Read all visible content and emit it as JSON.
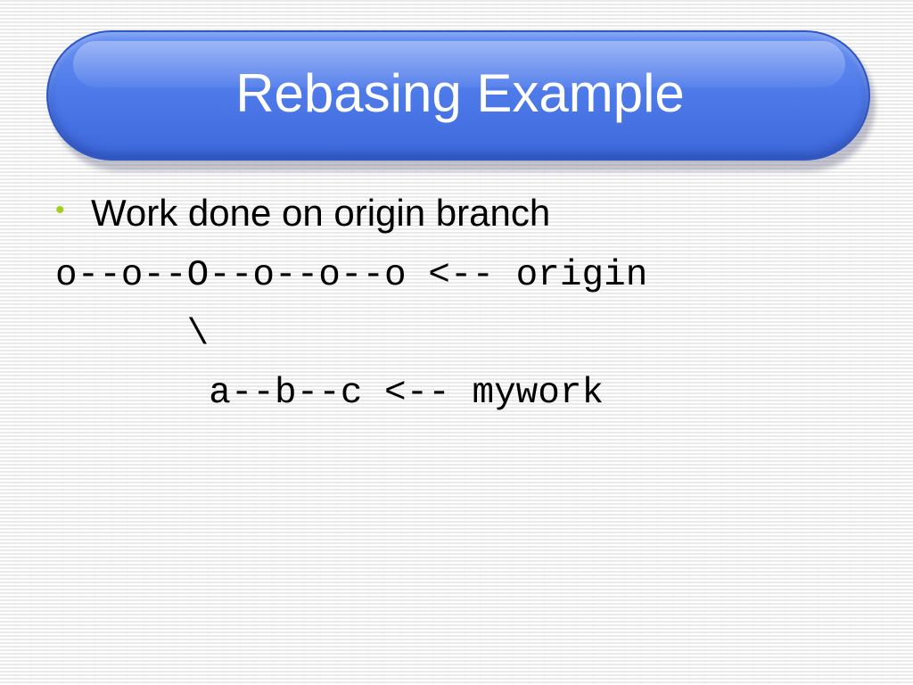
{
  "slide": {
    "title": "Rebasing Example",
    "bullet": {
      "text": "Work done on origin branch"
    },
    "code_lines": [
      "o--o--O--o--o--o <-- origin",
      "      \\",
      "       a--b--c <-- mywork"
    ]
  },
  "colors": {
    "title_bar": "#4f7bea",
    "title_text": "#ffffff",
    "bullet": "#9fd11a",
    "body_text": "#000000"
  },
  "icons": {
    "bullet": "bullet-dot-icon"
  }
}
